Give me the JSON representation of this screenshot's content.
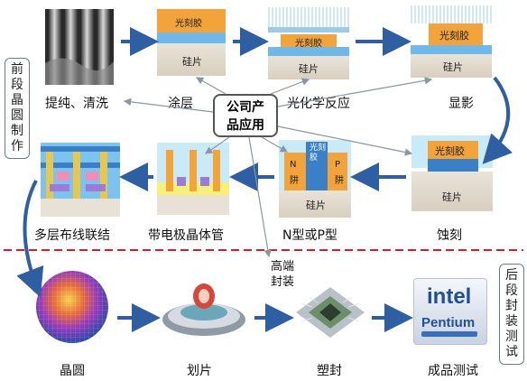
{
  "side_labels": {
    "front": [
      "前",
      "段",
      "晶",
      "圆",
      "制",
      "作"
    ],
    "back": [
      "后",
      "段",
      "封",
      "装",
      "测",
      "试"
    ]
  },
  "center_label": [
    "公司产",
    "品应用"
  ],
  "packaging_note": [
    "高端",
    "封装"
  ],
  "steps": {
    "clean": "提纯、清洗",
    "coat": "涂层",
    "photo": "光化学反应",
    "develop": "显影",
    "etch": "蚀刻",
    "dope": "N型或P型",
    "transistor": "带电极晶体管",
    "wiring": "多层布线联结",
    "wafer": "晶圆",
    "dice": "划片",
    "mold": "塑封",
    "test": "成品测试"
  },
  "layer_tags": {
    "photoresist": "光刻胶",
    "silicon": "硅片",
    "n_well": "N",
    "n_trap": "阱",
    "p_well": "P",
    "p_trap": "阱",
    "photoresist_vertical": "光刻胶"
  },
  "intel_logo": {
    "brand": "intel",
    "product": "Pentium"
  },
  "colors": {
    "arrow": "#2f5fa3",
    "photoresist": "#f2a33a",
    "blue_layer": "#6fb8e8",
    "silicon": "#e8e2d6",
    "dashed_divider": "#d0202a"
  }
}
